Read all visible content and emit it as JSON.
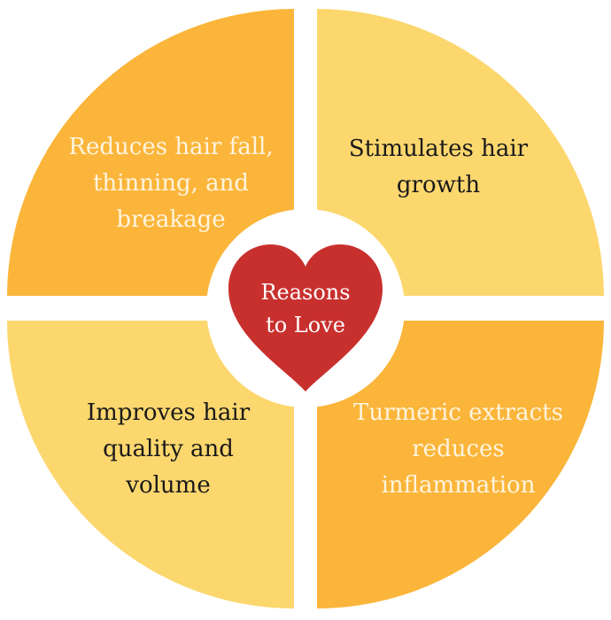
{
  "colors": {
    "quadrant_dark": "#FBB53A",
    "quadrant_light": "#FCD76E",
    "divider": "#FFFFFF",
    "heart": "#C8302E",
    "text_light": "#FFF4DE",
    "text_dark": "#1A1A1A",
    "center_text": "#FFFFFF"
  },
  "center": {
    "line1": "Reasons",
    "line2": "to Love",
    "icon": "heart-icon"
  },
  "quadrants": {
    "top_left": {
      "lines": [
        "Reduces hair fall,",
        "thinning, and",
        "breakage"
      ]
    },
    "top_right": {
      "lines": [
        "Stimulates hair",
        "growth"
      ]
    },
    "bottom_left": {
      "lines": [
        "Improves hair",
        "quality and",
        "volume"
      ]
    },
    "bottom_right": {
      "lines": [
        "Turmeric extracts",
        "reduces",
        "inflammation"
      ]
    }
  }
}
